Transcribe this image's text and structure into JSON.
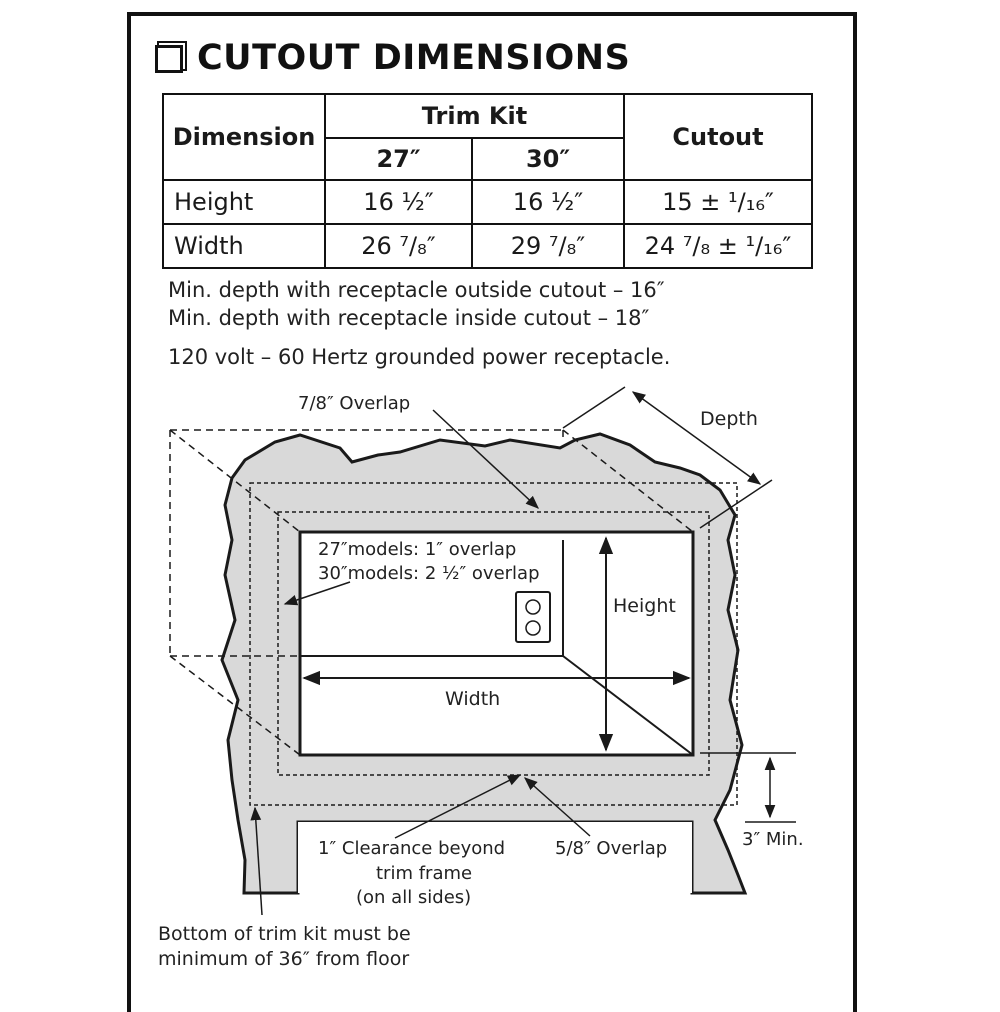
{
  "section": {
    "title": "CUTOUT DIMENSIONS"
  },
  "table": {
    "headers": {
      "dimension": "Dimension",
      "trim_kit": "Trim Kit",
      "col_27": "27″",
      "col_30": "30″",
      "cutout": "Cutout"
    },
    "rows": [
      {
        "label": "Height",
        "trim_27": "16 ½″",
        "trim_30": "16 ½″",
        "cutout": "15 ± ¹/₁₆″"
      },
      {
        "label": "Width",
        "trim_27": "26 ⁷/₈″",
        "trim_30": "29 ⁷/₈″",
        "cutout": "24 ⁷/₈ ± ¹/₁₆″"
      }
    ]
  },
  "notes": {
    "depth_outside": "Min. depth with receptacle outside cutout – 16″",
    "depth_inside": "Min. depth with receptacle inside cutout – 18″",
    "power": "120 volt – 60 Hertz grounded power receptacle."
  },
  "diagram": {
    "overlap_78": "7/8″ Overlap",
    "depth": "Depth",
    "models_27": "27″models: 1″ overlap",
    "models_30": "30″models: 2 ½″ overlap",
    "height": "Height",
    "width": "Width",
    "clearance_1": "1″ Clearance beyond",
    "clearance_2": "trim frame",
    "clearance_3": "(on all sides)",
    "overlap_58": "5/8″ Overlap",
    "min_3": "3″ Min.",
    "bottom_1": "Bottom of trim kit must be",
    "bottom_2": "minimum of 36″ from floor",
    "colors": {
      "wall": "#d9d9d9",
      "line": "#1a1a1a"
    }
  }
}
